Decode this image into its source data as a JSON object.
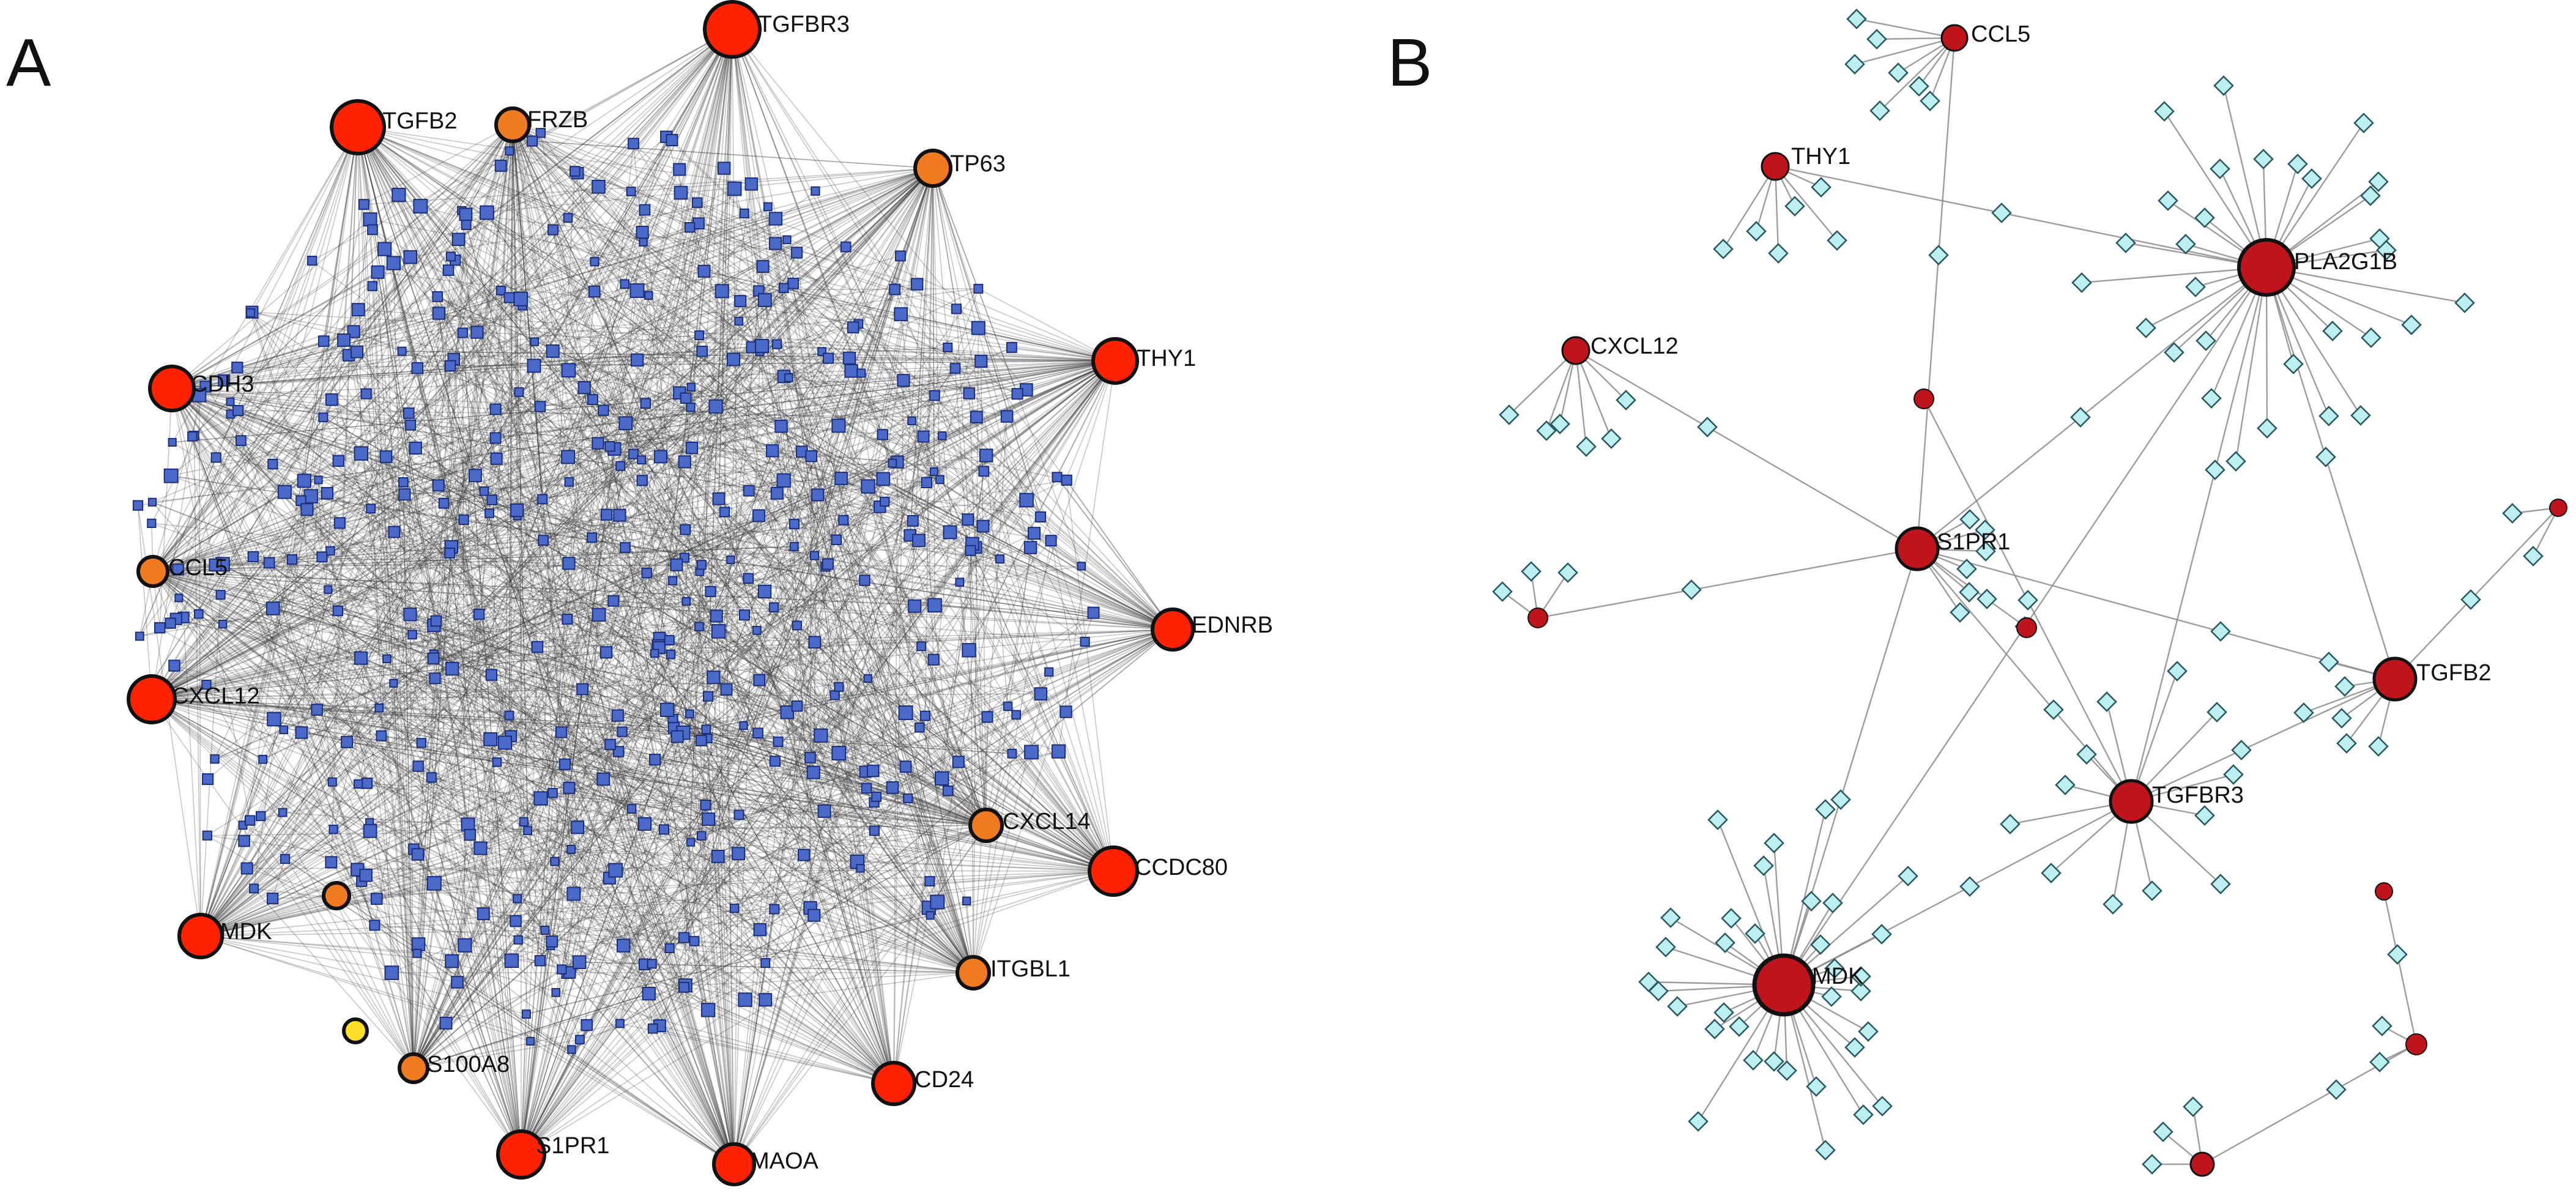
{
  "panels": [
    {
      "letter": "A",
      "hub_color_scale": {
        "high": "#ff2200",
        "mid": "#f07a20",
        "low": "#ffe028"
      },
      "neighbor_color": "#4a69c9",
      "hubs": [
        {
          "label": "TGFBR3",
          "level": "high"
        },
        {
          "label": "TGFB2",
          "level": "high"
        },
        {
          "label": "FRZB",
          "level": "mid"
        },
        {
          "label": "TP63",
          "level": "mid"
        },
        {
          "label": "THY1",
          "level": "high"
        },
        {
          "label": "CDH3",
          "level": "high"
        },
        {
          "label": "CCL5",
          "level": "mid"
        },
        {
          "label": "EDNRB",
          "level": "high"
        },
        {
          "label": "CXCL12",
          "level": "high"
        },
        {
          "label": "CXCL14",
          "level": "mid"
        },
        {
          "label": "CCDC80",
          "level": "high"
        },
        {
          "label": "MDK",
          "level": "high"
        },
        {
          "label": "ITGBL1",
          "level": "mid"
        },
        {
          "label": "S100A8",
          "level": "mid"
        },
        {
          "label": "CD24",
          "level": "high"
        },
        {
          "label": "S1PR1",
          "level": "high"
        },
        {
          "label": "MAOA",
          "level": "high"
        },
        {
          "label": "",
          "level": "mid"
        },
        {
          "label": "",
          "level": "low"
        }
      ]
    },
    {
      "letter": "B",
      "hub_color": "#c0141c",
      "neighbor_color": "#bdeff0",
      "hubs": [
        {
          "label": "CCL5"
        },
        {
          "label": "THY1"
        },
        {
          "label": "PLA2G1B"
        },
        {
          "label": "CXCL12"
        },
        {
          "label": "S1PR1"
        },
        {
          "label": "TGFB2"
        },
        {
          "label": "TGFBR3"
        },
        {
          "label": "MDK"
        }
      ]
    }
  ]
}
